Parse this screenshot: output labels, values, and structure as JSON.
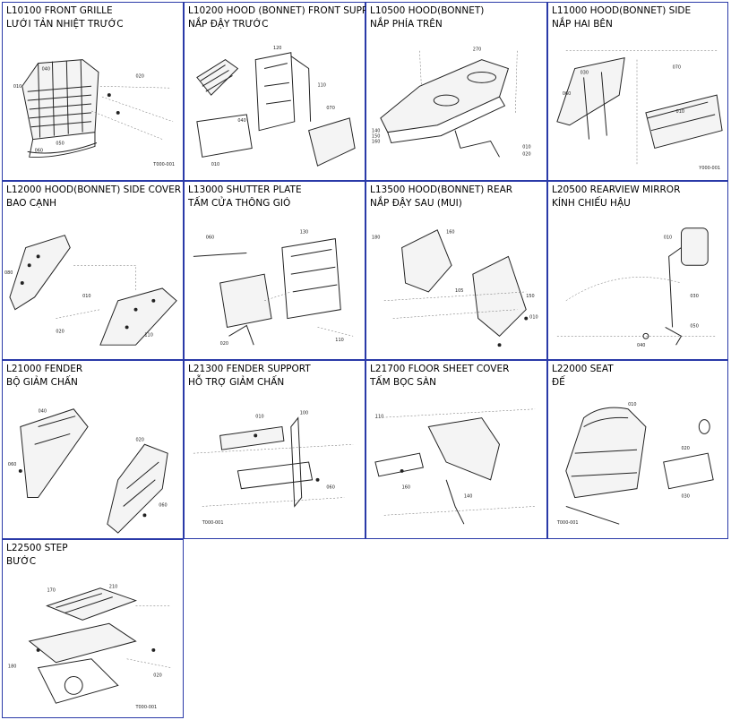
{
  "cells": [
    {
      "code": "L10100 FRONT GRILLE",
      "vi": "LƯỚI TẢN NHIỆT TRƯỚC"
    },
    {
      "code": "L10200 HOOD (BONNET) FRONT SUPPO",
      "vi": "NẮP ĐẬY TRƯỚC"
    },
    {
      "code": "L10500 HOOD(BONNET)",
      "vi": "NẮP PHÍA TRÊN"
    },
    {
      "code": "L11000 HOOD(BONNET) SIDE",
      "vi": "NẮP HAI BÊN"
    },
    {
      "code": "L12000 HOOD(BONNET) SIDE COVER",
      "vi": "BAO CẠNH"
    },
    {
      "code": "L13000 SHUTTER PLATE",
      "vi": "TẤM CỬA THÔNG GIÓ"
    },
    {
      "code": "L13500 HOOD(BONNET) REAR",
      "vi": "NẮP ĐẬY SAU (MUI)"
    },
    {
      "code": "L20500 REARVIEW MIRROR",
      "vi": "KÍNH CHIẾU HẬU"
    },
    {
      "code": "L21000 FENDER",
      "vi": "BỘ GIẢM CHẤN"
    },
    {
      "code": "L21300 FENDER SUPPORT",
      "vi": "HỖ TRỢ GIẢM CHẤN"
    },
    {
      "code": "L21700 FLOOR SHEET COVER",
      "vi": "TẤM BỌC SÀN"
    },
    {
      "code": "L22000 SEAT",
      "vi": "ĐẾ"
    },
    {
      "code": "L22500 STEP",
      "vi": "BƯỚC"
    }
  ]
}
